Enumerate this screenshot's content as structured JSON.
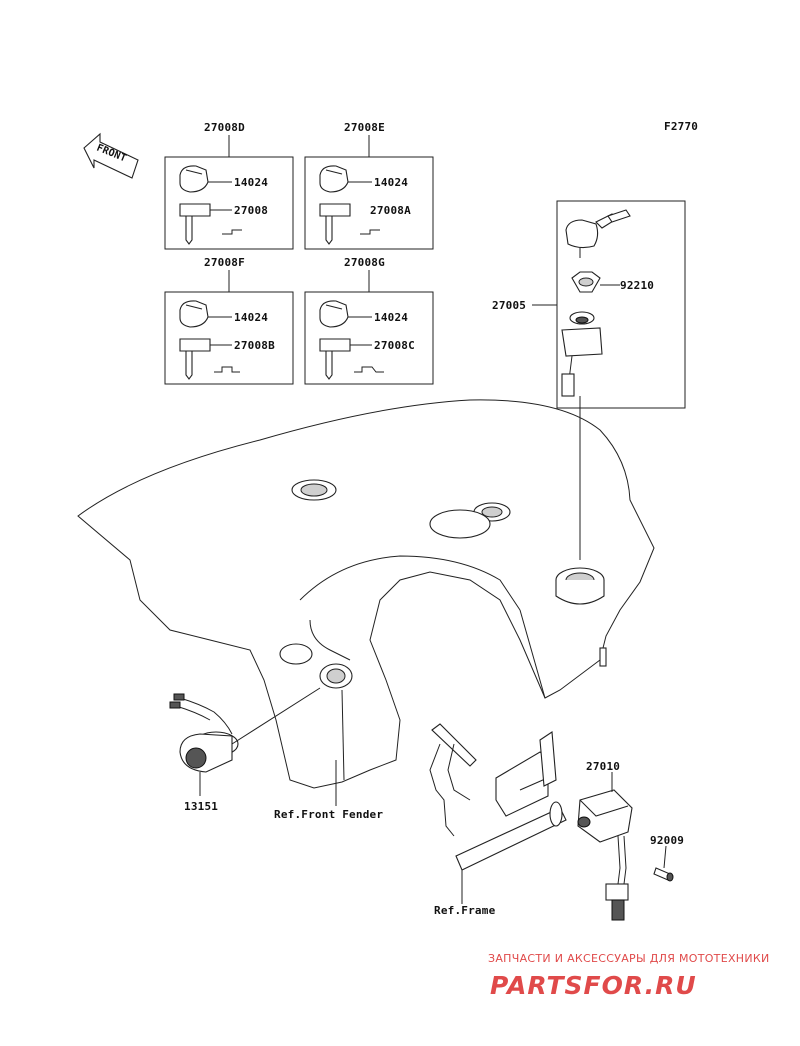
{
  "diagram": {
    "figure_code": "F2770",
    "front_arrow_label": "FRONT",
    "key_sets": [
      {
        "set_no": "27008D",
        "cap_no": "14024",
        "key_no": "27008"
      },
      {
        "set_no": "27008E",
        "cap_no": "14024",
        "key_no": "27008A"
      },
      {
        "set_no": "27008F",
        "cap_no": "14024",
        "key_no": "27008B"
      },
      {
        "set_no": "27008G",
        "cap_no": "14024",
        "key_no": "27008C"
      }
    ],
    "ignition_assembly": {
      "assy_no": "27005",
      "nut_no": "92210"
    },
    "switch_left": {
      "part_no": "13151"
    },
    "switch_right": {
      "part_no": "27010",
      "screw_no": "92009"
    },
    "references": {
      "fender": "Ref.Front Fender",
      "frame": "Ref.Frame"
    }
  },
  "watermark": {
    "tagline": "ЗАПЧАСТИ И АКСЕССУАРЫ ДЛЯ МОТОТЕХНИКИ",
    "brand": "PARTSFOR.RU"
  }
}
